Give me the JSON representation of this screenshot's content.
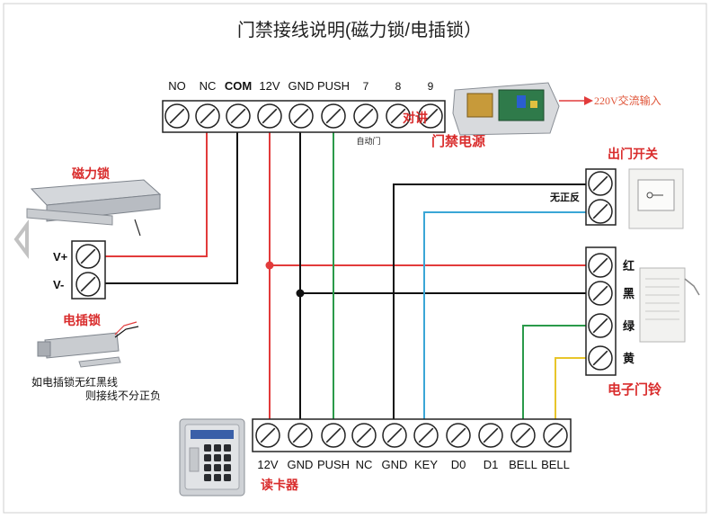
{
  "title": "门禁接线说明(磁力锁/电插锁）",
  "top_terminals": [
    "NO",
    "NC",
    "COM",
    "12V",
    "GND",
    "PUSH",
    "7",
    "8",
    "9"
  ],
  "top_terminal_note": "自动门",
  "intercom_label": "对讲",
  "power_label": "门禁电源",
  "ac_input": "220V交流输入",
  "maglock": {
    "label": "磁力锁",
    "terminals": [
      "V+",
      "V-"
    ]
  },
  "strike_lock": {
    "label": "电插锁",
    "note_line1": "如电插锁无红黑线",
    "note_line2": "则接线不分正负"
  },
  "exit_button": {
    "label": "出门开关",
    "note": "无正反"
  },
  "doorbell": {
    "label": "电子门铃",
    "wires": [
      "红",
      "黑",
      "绿",
      "黄"
    ]
  },
  "reader": {
    "label": "读卡器",
    "terminals": [
      "12V",
      "GND",
      "PUSH",
      "NC",
      "GND",
      "KEY",
      "D0",
      "D1",
      "BELL",
      "BELL"
    ]
  },
  "colors": {
    "red": "#e23b3b",
    "black": "#111111",
    "green": "#2a9a4a",
    "blue": "#3aa6d6",
    "yellow": "#e8c52a",
    "label_red": "#d92c2c"
  }
}
